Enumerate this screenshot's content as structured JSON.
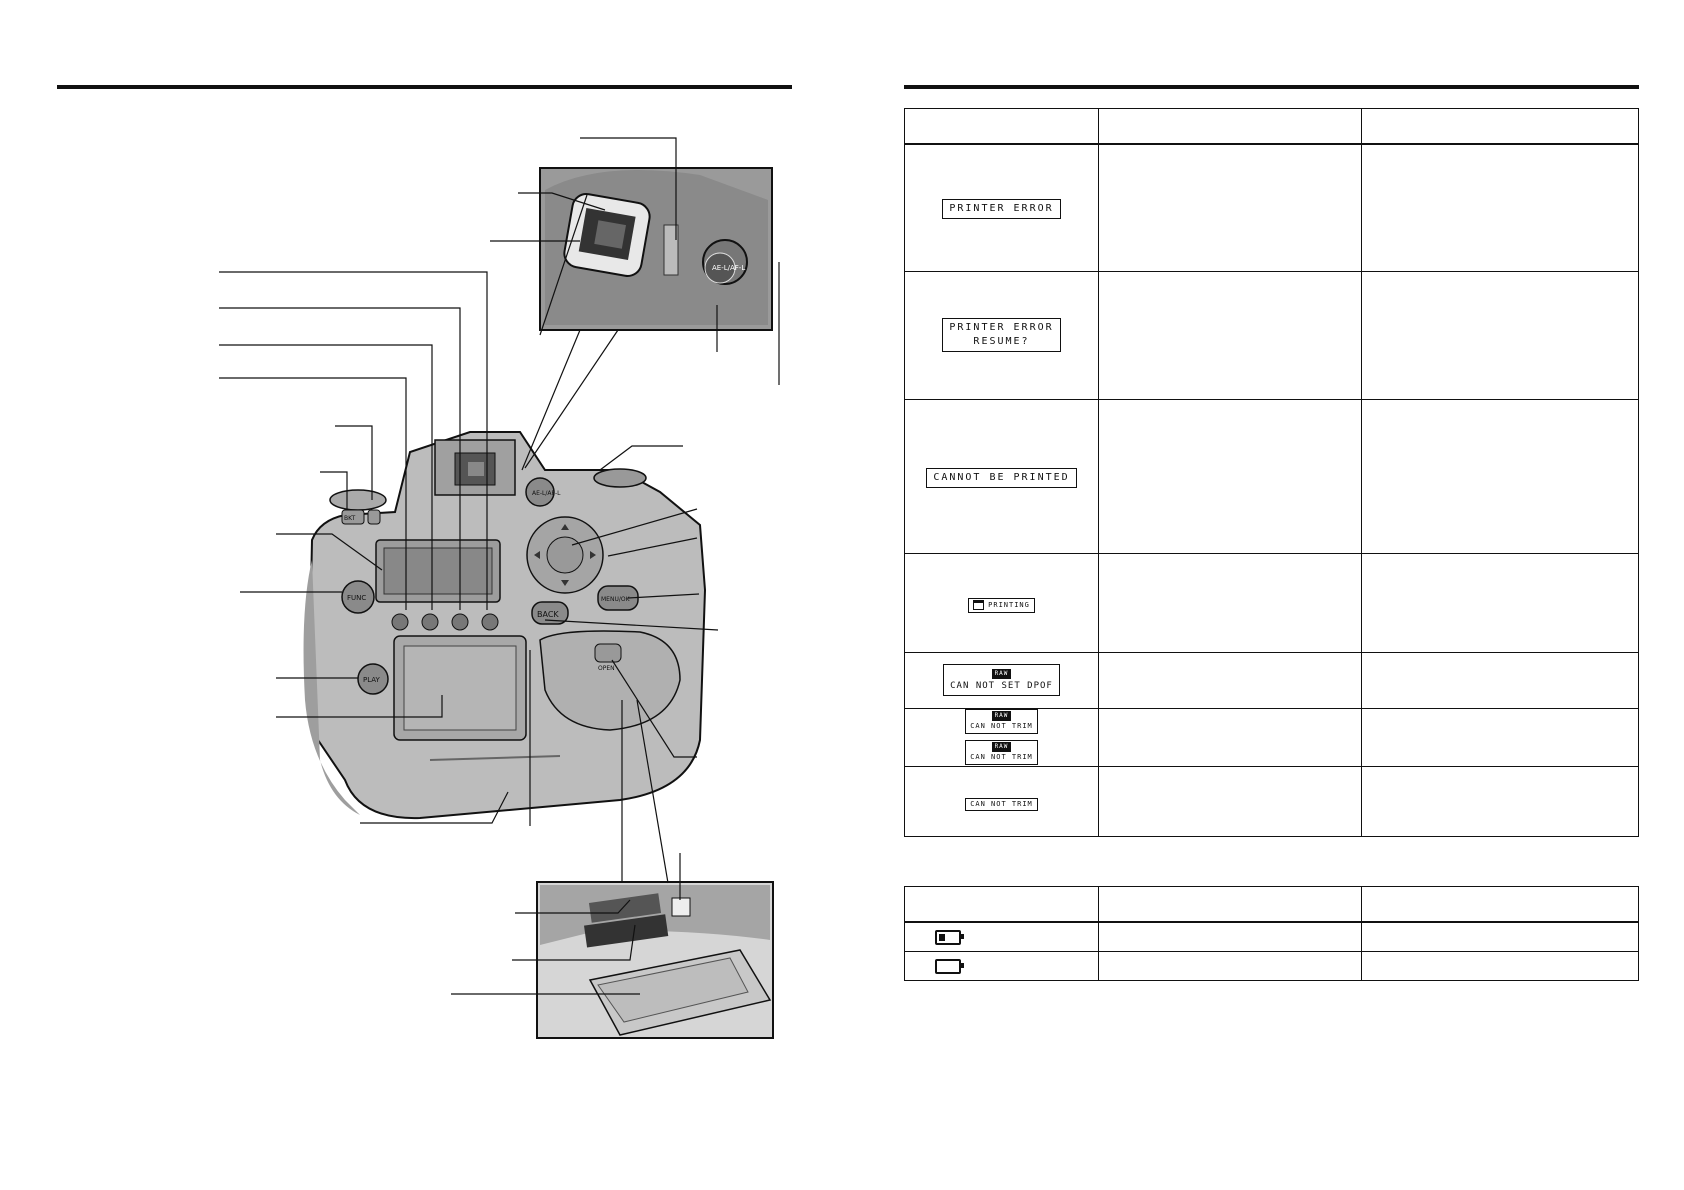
{
  "left_panel": {
    "camera_button_labels": {
      "func": "FUNC",
      "play": "PLAY",
      "back": "BACK",
      "menu_ok": "MENU/OK",
      "ae_l_af_l": "AE-L/AF-L",
      "open": "OPEN",
      "bkt": "BKT"
    }
  },
  "error_table": {
    "rows": [
      {
        "display_lines": [
          "PRINTER ERROR"
        ]
      },
      {
        "display_lines": [
          "PRINTER ERROR",
          "RESUME?"
        ]
      },
      {
        "display_lines": [
          "CANNOT BE PRINTED"
        ]
      },
      {
        "display_lines": [
          "PRINTING"
        ],
        "icon": "printer-icon"
      },
      {
        "display_lines": [
          "CAN NOT SET DPOF"
        ],
        "badge": "RAW"
      },
      {
        "display_lines": [
          "CAN NOT TRIM",
          "CAN NOT TRIM"
        ],
        "badges": [
          "RAW",
          "RAW"
        ]
      },
      {
        "display_lines": [
          "CAN NOT TRIM"
        ]
      }
    ]
  },
  "battery_table": {
    "rows": [
      {
        "icon": "battery-low-icon",
        "fill_fraction": 0.35
      },
      {
        "icon": "battery-empty-icon",
        "fill_fraction": 0.0
      }
    ]
  }
}
